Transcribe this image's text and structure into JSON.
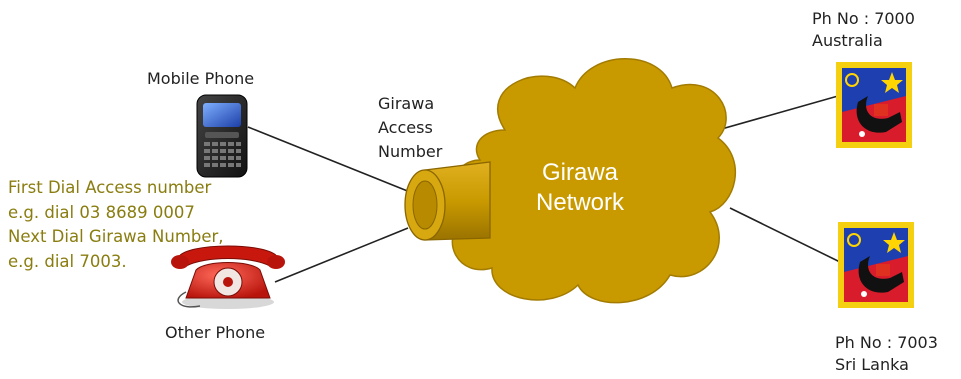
{
  "diagram": {
    "cloud": {
      "line1": "Girawa",
      "line2": "Network",
      "fill": "#c99a00"
    },
    "access_label": [
      "Girawa",
      "Access",
      "Number"
    ],
    "mobile_label": "Mobile Phone",
    "other_label": "Other Phone",
    "instructions": [
      "First Dial Access number",
      "e.g. dial 03 8689 0007",
      "Next Dial Girawa Number,",
      "e.g. dial 7003."
    ],
    "instruction_color": "#8a7d10",
    "australia": {
      "phone": "Ph No : 7000",
      "country": "Australia"
    },
    "srilanka": {
      "phone": "Ph No : 7003",
      "country": "Sri Lanka"
    }
  }
}
